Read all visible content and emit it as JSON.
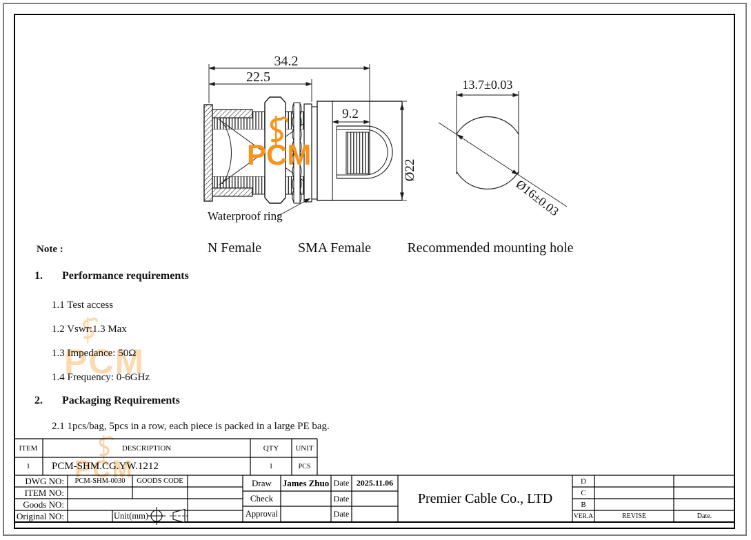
{
  "drawing": {
    "dims": {
      "total_length": "34.2",
      "panel_length": "22.5",
      "sma_depth": "9.2",
      "body_dia": "Ø22",
      "flat_width": "13.7±0.03",
      "hole_dia": "Ø16±0.03"
    },
    "labels": {
      "waterproof_ring": "Waterproof ring",
      "n_female": "N Female",
      "sma_female": "SMA Female",
      "mounting_hole": "Recommended mounting hole"
    },
    "watermark": {
      "text": "PCM",
      "color": "#F7941E"
    }
  },
  "notes": {
    "title": "Note :",
    "sections": [
      {
        "no": "1.",
        "heading": "Performance requirements",
        "items": [
          "1.1 Test access",
          "1.2 Vswr:1.3 Max",
          "1.3 Impedance: 50Ω",
          "1.4 Frequency: 0-6GHz"
        ]
      },
      {
        "no": "2.",
        "heading": "Packaging Requirements",
        "items": [
          "2.1 1pcs/bag, 5pcs in a row, each piece is packed in a large PE bag."
        ]
      }
    ]
  },
  "bom": {
    "headers": [
      "ITEM",
      "DESCRIPTION",
      "QTY",
      "UNIT"
    ],
    "rows": [
      [
        "1",
        "PCM-SHM.CG.YW.1212",
        "1",
        "PCS"
      ]
    ]
  },
  "title_block": {
    "dwg_no_label": "DWG NO:",
    "dwg_no": "PCM-SHM-0030",
    "goods_code_label": "GOODS CODE",
    "item_no_label": "ITEM NO:",
    "goods_no_label": "Goods NO:",
    "original_no_label": "Original NO:",
    "unit_label": "Unit(mm)",
    "sign_rows": [
      {
        "role": "Draw",
        "name": "James Zhuo",
        "date_label": "Date",
        "date": "2025.11.06"
      },
      {
        "role": "Check",
        "name": "",
        "date_label": "Date",
        "date": ""
      },
      {
        "role": "Approval",
        "name": "",
        "date_label": "Date",
        "date": ""
      }
    ],
    "company": "Premier Cable Co., LTD",
    "revision": {
      "versions": [
        "D",
        "C",
        "B"
      ],
      "ver_label": "VER.A",
      "revise_label": "REVISE",
      "date_label": "Date."
    }
  }
}
